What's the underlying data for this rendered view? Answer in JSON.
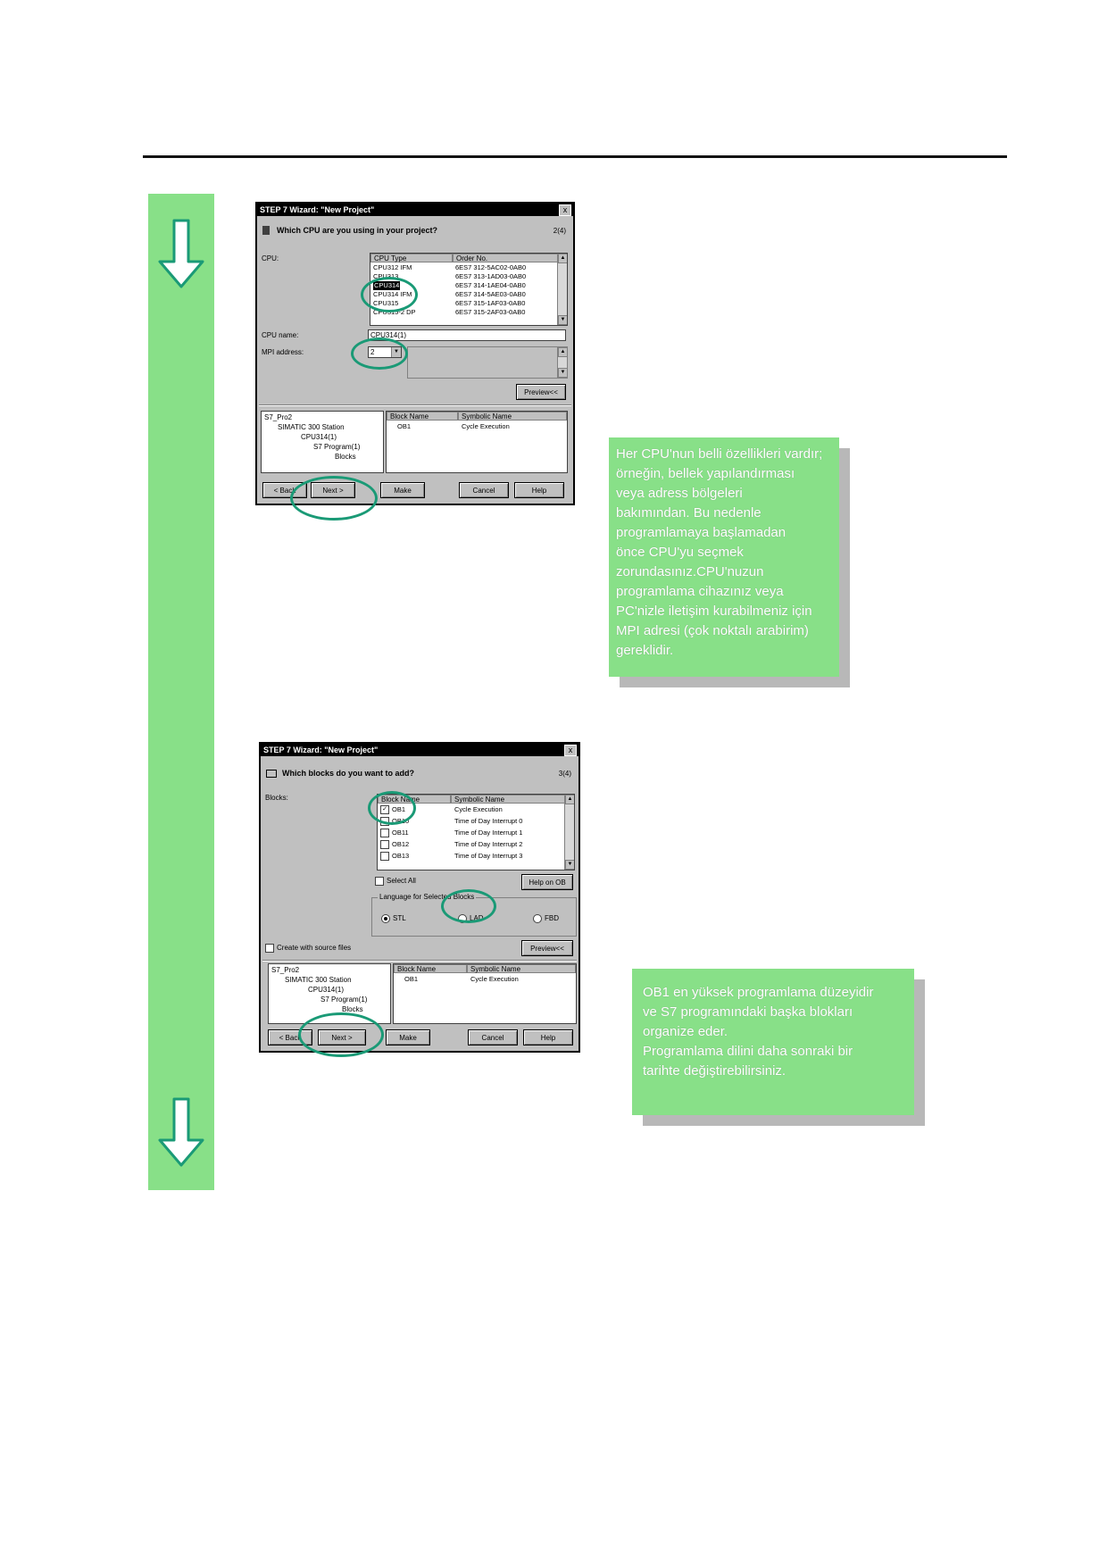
{
  "colors": {
    "accent": "#88e088",
    "ring": "#1a9a76",
    "rule": "#111111",
    "shadow": "#b8b8b8"
  },
  "dialog1": {
    "title": "STEP 7 Wizard: \"New Project\"",
    "close": "x",
    "question": "Which CPU are you using in your project?",
    "step": "2(4)",
    "cpu_label": "CPU:",
    "columns": [
      "CPU Type",
      "Order No."
    ],
    "rows": [
      [
        "CPU312 IFM",
        "6ES7 312-5AC02-0AB0"
      ],
      [
        "CPU313",
        "6ES7 313-1AD03-0AB0"
      ],
      [
        "CPU314",
        "6ES7 314-1AE04-0AB0"
      ],
      [
        "CPU314 IFM",
        "6ES7 314-5AE03-0AB0"
      ],
      [
        "CPU315",
        "6ES7 315-1AF03-0AB0"
      ],
      [
        "CPU315-2 DP",
        "6ES7 315-2AF03-0AB0"
      ]
    ],
    "cpu_name_label": "CPU name:",
    "cpu_name_value": "CPU314(1)",
    "mpi_label": "MPI address:",
    "mpi_value": "2",
    "preview_button": "Preview<<",
    "tree": [
      "S7_Pro2",
      "SIMATIC 300 Station",
      "CPU314(1)",
      "S7 Program(1)",
      "Blocks"
    ],
    "block_columns": [
      "Block Name",
      "Symbolic Name"
    ],
    "block_row": [
      "OB1",
      "Cycle Execution"
    ],
    "buttons": {
      "back": "< Back",
      "next": "Next >",
      "make": "Make",
      "cancel": "Cancel",
      "help": "Help"
    }
  },
  "dialog2": {
    "title": "STEP 7 Wizard: \"New Project\"",
    "close": "x",
    "question": "Which blocks do you want to add?",
    "step": "3(4)",
    "blocks_label": "Blocks:",
    "columns": [
      "Block Name",
      "Symbolic Name"
    ],
    "rows": [
      {
        "name": "OB1",
        "symbol": "Cycle Execution",
        "checked": true
      },
      {
        "name": "OB10",
        "symbol": "Time of Day Interrupt 0",
        "checked": false
      },
      {
        "name": "OB11",
        "symbol": "Time of Day Interrupt 1",
        "checked": false
      },
      {
        "name": "OB12",
        "symbol": "Time of Day Interrupt 2",
        "checked": false
      },
      {
        "name": "OB13",
        "symbol": "Time of Day Interrupt 3",
        "checked": false
      }
    ],
    "select_all": "Select All",
    "help_ob": "Help on OB",
    "language_group": "Language for Selected Blocks",
    "languages": [
      "STL",
      "LAD",
      "FBD"
    ],
    "selected_language": "STL",
    "create_source": "Create with source files",
    "preview_button": "Preview<<",
    "tree": [
      "S7_Pro2",
      "SIMATIC 300 Station",
      "CPU314(1)",
      "S7 Program(1)",
      "Blocks"
    ],
    "block_columns": [
      "Block Name",
      "Symbolic Name"
    ],
    "block_row": [
      "OB1",
      "Cycle Execution"
    ],
    "buttons": {
      "back": "< Back",
      "next": "Next >",
      "make": "Make",
      "cancel": "Cancel",
      "help": "Help"
    }
  },
  "note1": {
    "lines": [
      "Her CPU'nun belli özellikleri vardır;",
      "örneğin, bellek yapılandırması",
      "veya adress bölgeleri",
      "bakımından. Bu nedenle",
      "programlamaya başlamadan",
      "önce CPU'yu seçmek",
      "zorundasınız.CPU'nuzun",
      "programlama cihazınız veya",
      "PC'nizle iletişim kurabilmeniz için",
      "MPI adresi (çok noktalı arabirim)",
      "gereklidir."
    ]
  },
  "note2": {
    "lines": [
      "OB1 en yüksek programlama düzeyidir",
      "ve S7 programındaki başka blokları",
      "organize eder.",
      "Programlama dilini daha sonraki bir",
      "tarihte değiştirebilirsiniz."
    ]
  }
}
